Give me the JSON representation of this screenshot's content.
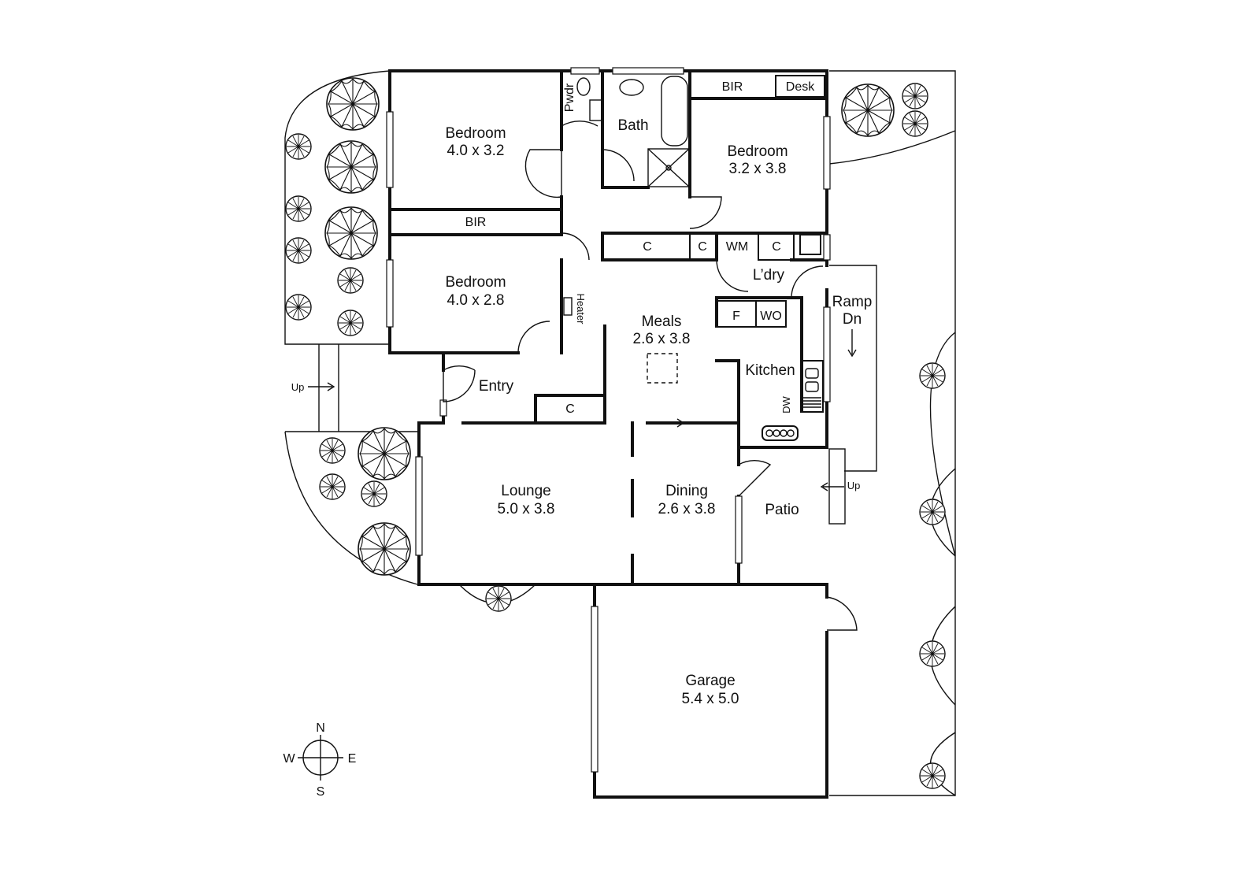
{
  "rooms": {
    "bedroom1": {
      "name": "Bedroom",
      "dims": "4.0 x 3.2"
    },
    "bedroom2": {
      "name": "Bedroom",
      "dims": "4.0 x 2.8"
    },
    "bedroom3": {
      "name": "Bedroom",
      "dims": "3.2 x 3.8"
    },
    "bath": {
      "name": "Bath"
    },
    "pwdr": {
      "name": "Pwdr"
    },
    "bir_top": {
      "name": "BIR"
    },
    "bir_left": {
      "name": "BIR"
    },
    "desk": {
      "name": "Desk"
    },
    "meals": {
      "name": "Meals",
      "dims": "2.6 x 3.8"
    },
    "kitchen": {
      "name": "Kitchen"
    },
    "laundry": {
      "name": "L’dry"
    },
    "entry": {
      "name": "Entry"
    },
    "lounge": {
      "name": "Lounge",
      "dims": "5.0 x 3.8"
    },
    "dining": {
      "name": "Dining",
      "dims": "2.6 x 3.8"
    },
    "patio": {
      "name": "Patio"
    },
    "garage": {
      "name": "Garage",
      "dims": "5.4 x 5.0"
    }
  },
  "fixtures": {
    "cupboard": "C",
    "wm": "WM",
    "fridge": "F",
    "wo": "WO",
    "dw": "DW",
    "heater": "Heater"
  },
  "ramp": {
    "line1": "Ramp",
    "line2": "Dn"
  },
  "steps": {
    "up_left": "Up",
    "up_right": "Up"
  },
  "compass": {
    "n": "N",
    "s": "S",
    "e": "E",
    "w": "W"
  }
}
